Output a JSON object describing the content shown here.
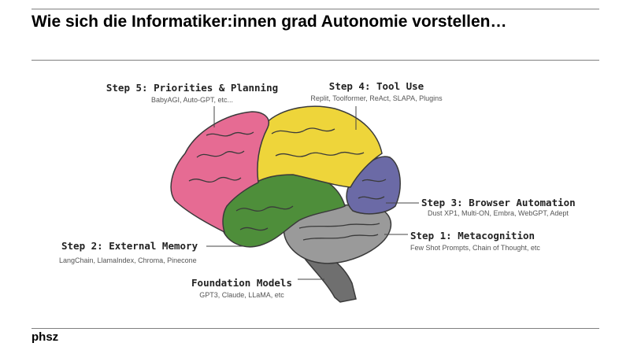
{
  "slide": {
    "title": "Wie sich die Informatiker:innen  grad Autonomie vorstellen…",
    "footer": "phsz"
  },
  "diagram": {
    "regions": [
      {
        "key": "priorities",
        "step": "Step 5: Priorities & Planning",
        "examples": "BabyAGI, Auto-GPT, etc...",
        "color": "#e66b93"
      },
      {
        "key": "tools",
        "step": "Step 4: Tool Use",
        "examples": "Replit, Toolformer, ReAct, SLAPA, Plugins",
        "color": "#eed53a"
      },
      {
        "key": "browser",
        "step": "Step 3: Browser Automation",
        "examples": "Dust XP1, Multi-ON, Embra, WebGPT, Adept",
        "color": "#6b6aa6"
      },
      {
        "key": "memory",
        "step": "Step 2: External Memory",
        "examples": "LangChain, LlamaIndex, Chroma, Pinecone",
        "color": "#4e8e3a"
      },
      {
        "key": "metacognition",
        "step": "Step 1: Metacognition",
        "examples": "Few Shot Prompts, Chain of Thought, etc",
        "color": "#9a9a9a"
      },
      {
        "key": "foundation",
        "step": "Foundation Models",
        "examples": "GPT3, Claude, LLaMA, etc",
        "color": "#7a7a7a"
      }
    ]
  }
}
